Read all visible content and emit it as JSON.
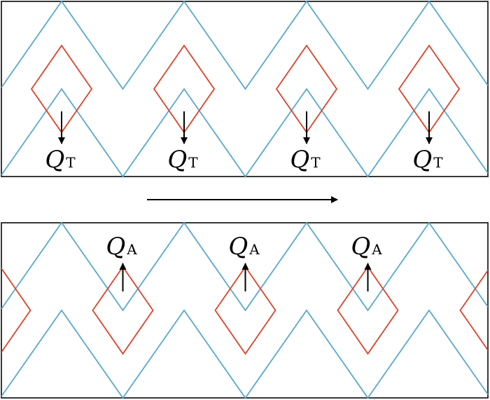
{
  "colors": {
    "zigzag": "#5aa9cc",
    "diamond": "#d9442b",
    "frame": "#222222",
    "arrow": "#000000"
  },
  "panels": [
    {
      "name": "top",
      "diamond_offset_periods": 0,
      "flux_direction": "down",
      "label": {
        "main": "Q",
        "sub": "T"
      }
    },
    {
      "name": "bottom",
      "diamond_offset_periods": 0.5,
      "flux_direction": "up",
      "label": {
        "main": "Q",
        "sub": "A"
      }
    }
  ],
  "motion_arrow": {
    "direction": "right"
  }
}
